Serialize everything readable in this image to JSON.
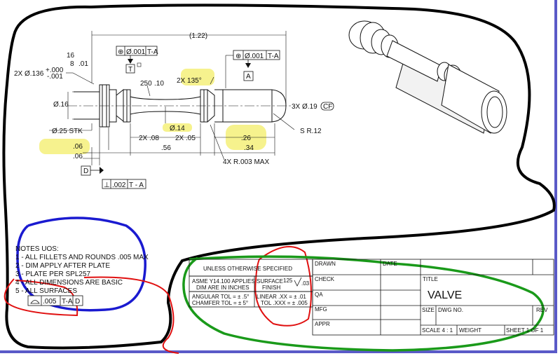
{
  "drawing": {
    "overall_length": "(1.22)",
    "fcf_top_left": {
      "symbol": "⊕",
      "tol": "Ø.001",
      "datum": "T-A"
    },
    "fcf_top_right": {
      "symbol": "⊕",
      "tol": "Ø.001",
      "datum": "T-A"
    },
    "datum_t": "T",
    "datum_a": "A",
    "datum_d": "D",
    "surface_16": "16",
    "surface_8": "8",
    "surface_01": ".01",
    "dia_136": "2X Ø.136",
    "tol_plus": "+.000",
    "tol_minus": "-.001",
    "finish_250": "250",
    "finish_10": ".10",
    "angle_135": "2X 135°",
    "dia_16": "Ø.16",
    "dia_19": "3X Ø.19",
    "cf_badge": "CF",
    "dia_25_stk": "Ø.25 STK",
    "dia_14": "Ø.14",
    "sr_12": "S R.12",
    "len_08": "2X .08",
    "len_05": "2X .05",
    "len_26": ".26",
    "len_06a": ".06",
    "len_06b": ".06",
    "len_56": ".56",
    "len_34": ".34",
    "radius_note": "4X R.003 MAX",
    "perp_fcf": {
      "symbol": "⊥",
      "tol": ".002",
      "datum": "T - A"
    }
  },
  "notes": {
    "title": "NOTES UOS:",
    "items": [
      "1 - ALL FILLETS AND ROUNDS .005 MAX",
      "2 - DIM APPLY AFTER PLATE",
      "3 - PLATE PER SPL257",
      "4 - ALL DIMENSIONS ARE BASIC",
      "5 - ALL SURFACES"
    ],
    "profile_tol": ".005",
    "profile_datum": "T-A",
    "profile_datum2": "D"
  },
  "titleblock": {
    "unless": "UNLESS OTHERWISE SPECIFIED",
    "asme": "ASME Y14.100 APPLIES",
    "inches": "DIM ARE IN  INCHES",
    "surface": "SURFACE",
    "finish": "FINISH",
    "finish_val": "125",
    "finish_03": ".03",
    "angular": "ANGULAR TOL  = ± .5°",
    "chamfer": "CHAMFER TOL  = ± 5°",
    "linear_xx": "LINEAR .XX   = ± .01",
    "tol_xxx": "TOL   .XXX = ± .005",
    "drawn": "DRAWN",
    "date": "DATE",
    "check": "CHECK",
    "qa": "QA",
    "mfg": "MFG",
    "appr": "APPR",
    "title_label": "TITLE",
    "title_value": "VALVE",
    "size": "SIZE",
    "dwg_no": "DWG NO.",
    "rev": "REV",
    "scale": "SCALE 4 : 1",
    "weight": "WEIGHT",
    "sheet": "SHEET 1 OF 1"
  },
  "colors": {
    "black_markup": "#000000",
    "blue_markup": "#1a1ad0",
    "red_markup": "#e01010",
    "green_markup": "#1a9a1a",
    "highlight": "#f5f07a",
    "frame": "#5a5ac8"
  }
}
